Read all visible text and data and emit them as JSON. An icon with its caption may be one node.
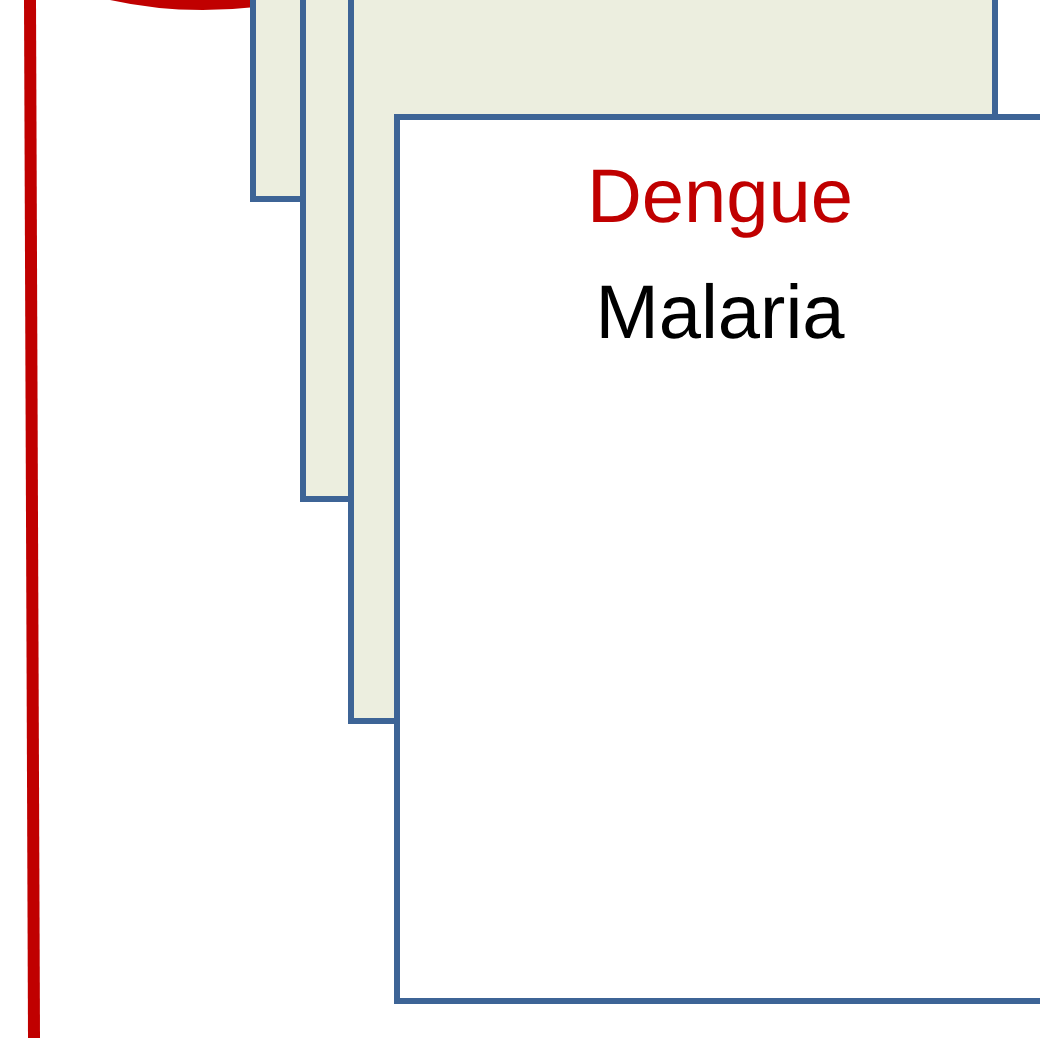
{
  "diagram": {
    "nodes": [
      {
        "text": [],
        "shape": "box"
      },
      {
        "text": [],
        "shape": "box"
      },
      {
        "text": [],
        "shape": "box"
      },
      {
        "text": [
          "Dengue",
          "Malaria"
        ]
      }
    ]
  }
}
